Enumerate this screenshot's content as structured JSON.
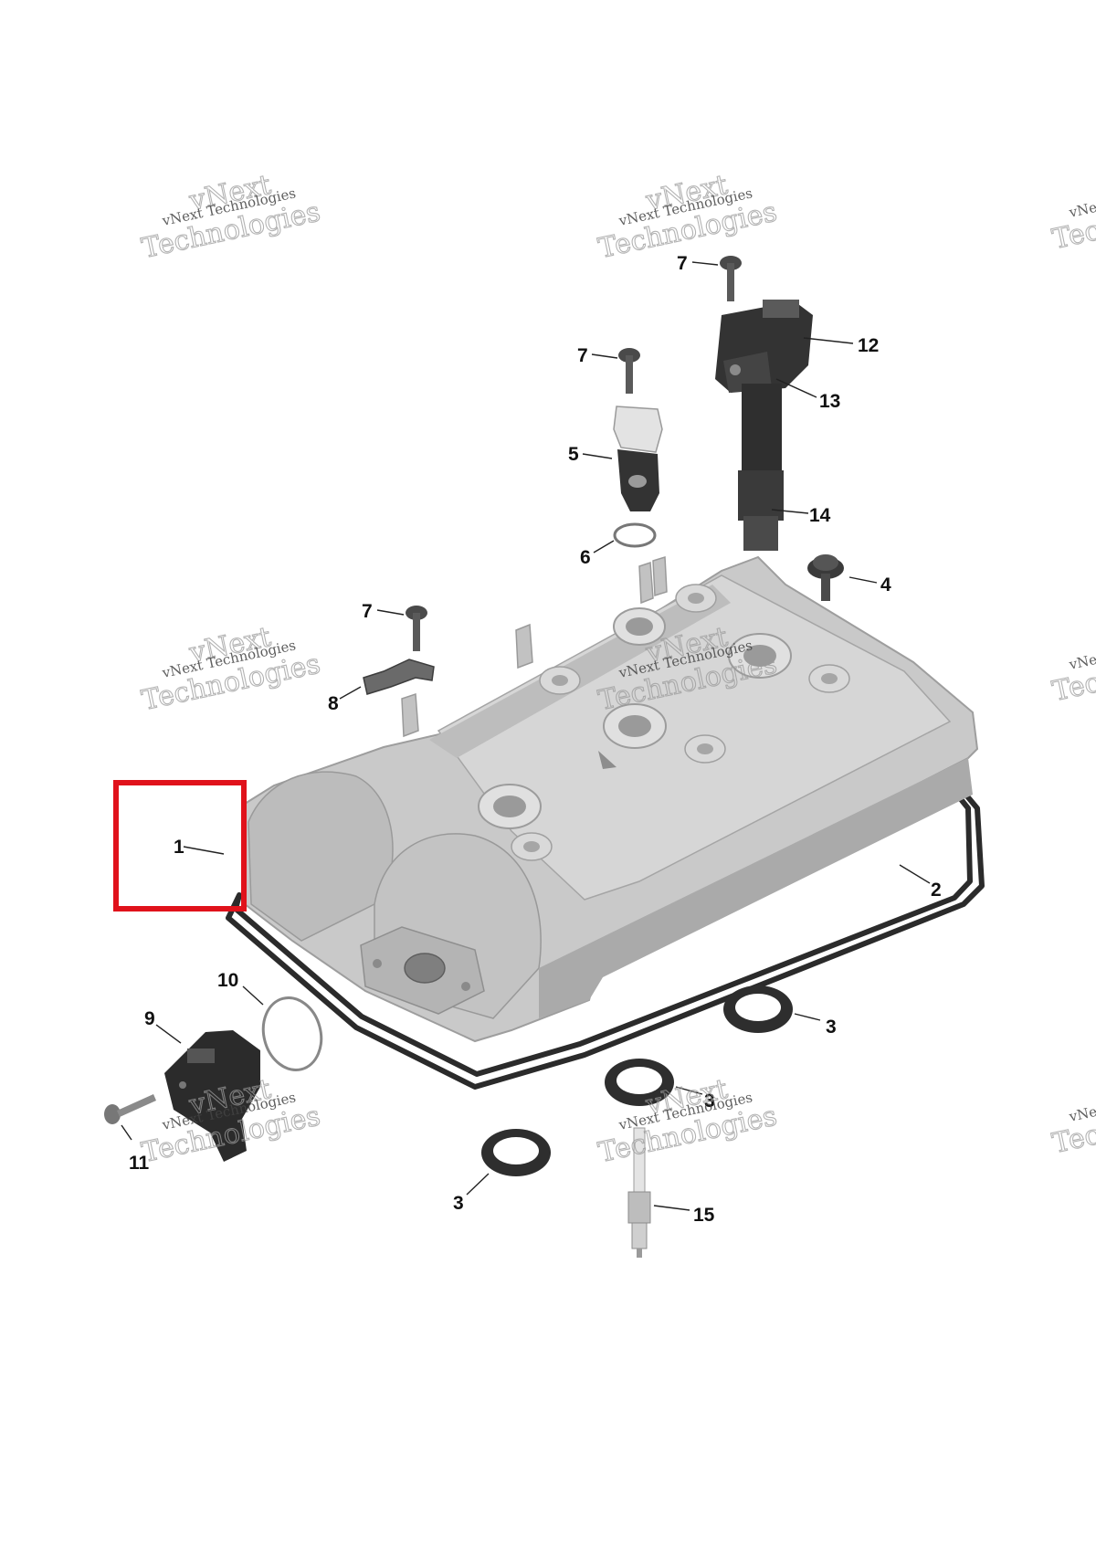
{
  "watermark": {
    "brand": "vNext",
    "company": "vNext Technologies",
    "word": "Technologies"
  },
  "callouts": {
    "c1": "1",
    "c2": "2",
    "c3a": "3",
    "c3b": "3",
    "c3c": "3",
    "c4": "4",
    "c5": "5",
    "c6": "6",
    "c7a": "7",
    "c7b": "7",
    "c7c": "7",
    "c8": "8",
    "c9": "9",
    "c10": "10",
    "c11": "11",
    "c12": "12",
    "c13": "13",
    "c14": "14",
    "c15": "15"
  },
  "highlight": {
    "target_callout": "1",
    "color": "#e0121b"
  },
  "colors": {
    "cover": "#c8c8c8",
    "cover_dark": "#a9a9a9",
    "gasket": "#2b2b2b",
    "black_part": "#2a2a2a"
  }
}
